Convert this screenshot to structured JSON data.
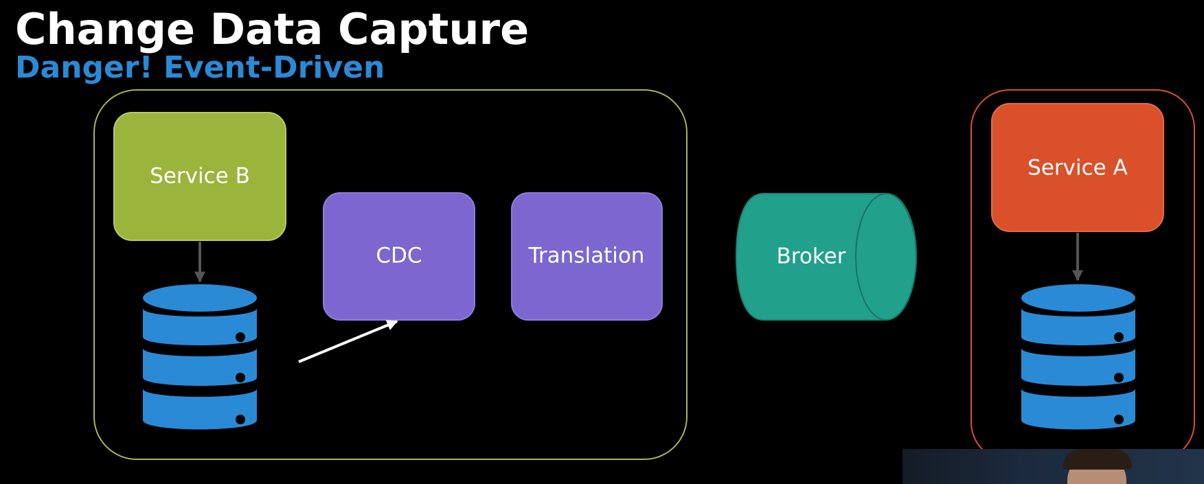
{
  "slide": {
    "title": "Change Data Capture",
    "subtitle": "Danger! Event-Driven"
  },
  "diagram": {
    "groups": [
      {
        "id": "service-b-boundary",
        "color": "#a6b84c"
      },
      {
        "id": "service-a-boundary",
        "color": "#d9502a"
      }
    ],
    "nodes": {
      "service_b": {
        "label": "Service B",
        "color": "#9bb43c"
      },
      "cdc": {
        "label": "CDC",
        "color": "#7b67cf"
      },
      "translation": {
        "label": "Translation",
        "color": "#7b67cf"
      },
      "broker": {
        "label": "Broker",
        "color": "#21a08c"
      },
      "service_a": {
        "label": "Service A",
        "color": "#d9502a"
      }
    },
    "databases": [
      {
        "id": "database-b",
        "color": "#2a8ad6"
      },
      {
        "id": "database-a",
        "color": "#2a8ad6"
      }
    ],
    "edges": [
      {
        "from": "service_b",
        "to": "database-b",
        "color": "#555555"
      },
      {
        "from": "database-b",
        "to": "cdc",
        "color": "#ffffff"
      },
      {
        "from": "service_a",
        "to": "database-a",
        "color": "#555555"
      }
    ]
  }
}
